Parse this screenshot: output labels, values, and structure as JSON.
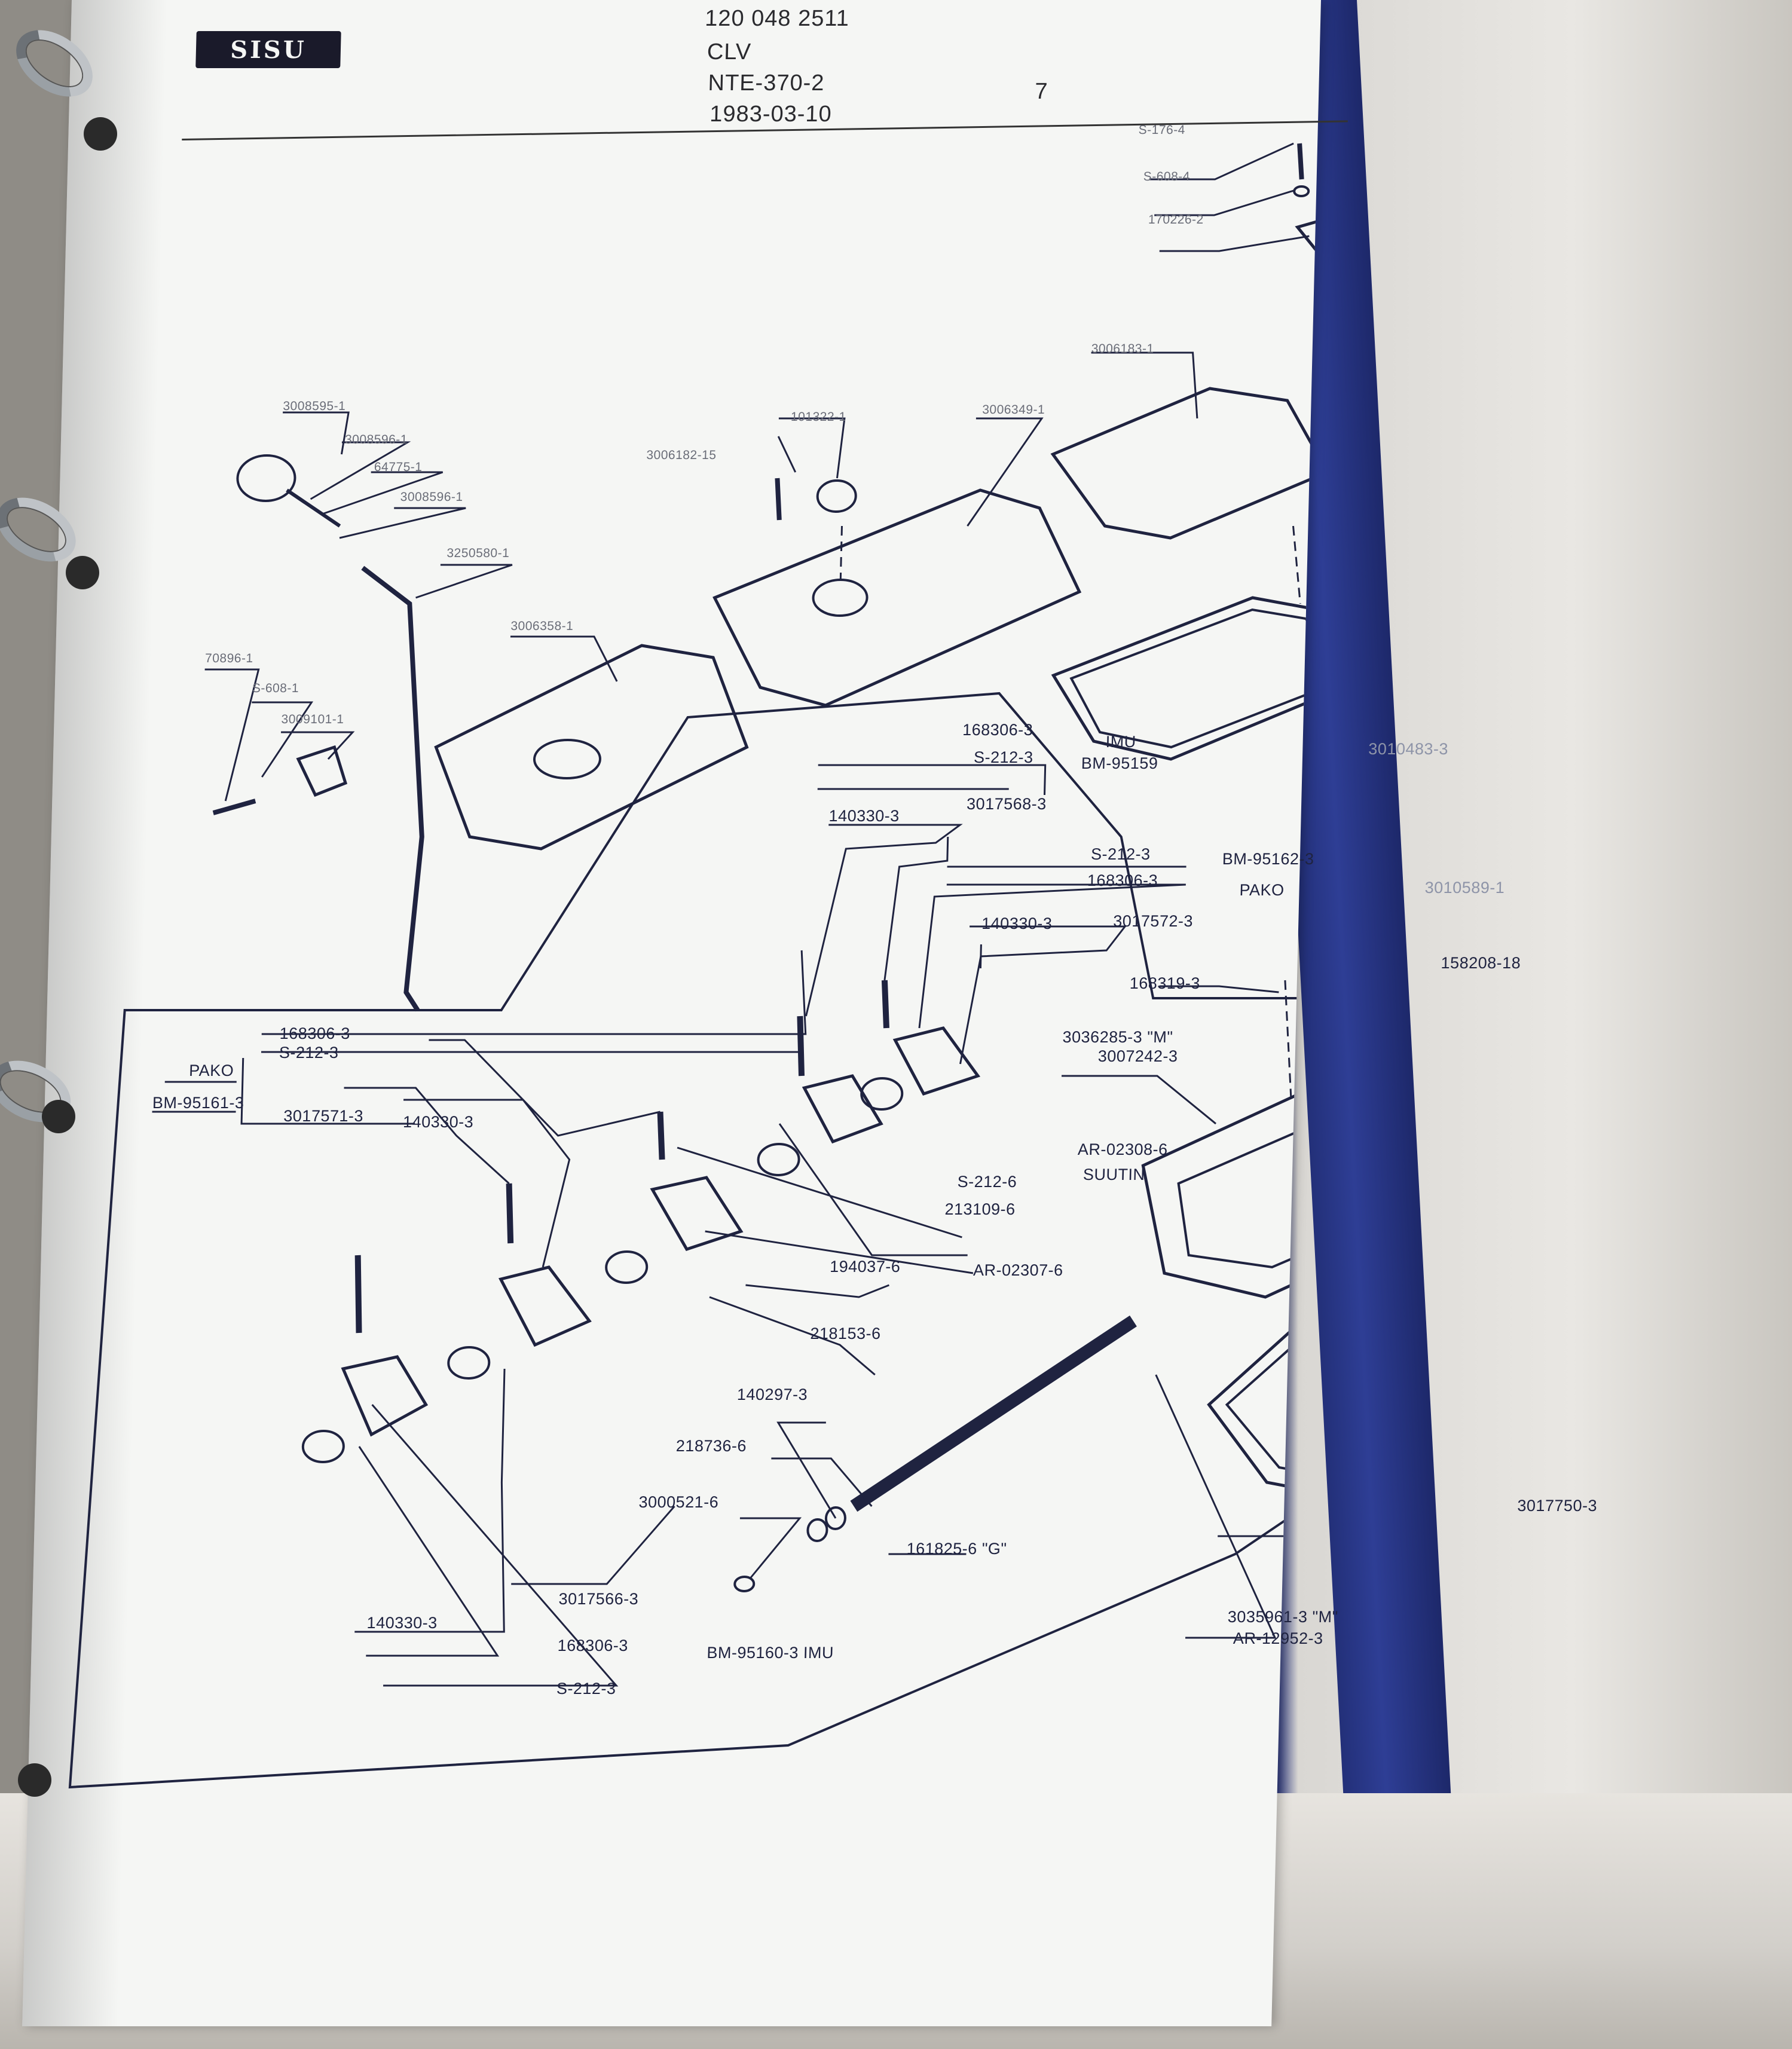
{
  "header": {
    "brand": "SISU",
    "doc_number": "120 048 2511",
    "model": "CLV",
    "ref": "NTE-370-2",
    "date": "1983-03-10",
    "page_number": "7"
  },
  "part_labels": {
    "p01": "S-176-4",
    "p02": "S-608-4",
    "p03": "170226-2",
    "p04": "3006183-1",
    "p05": "101322-1",
    "p06": "3006349-1",
    "p07": "3006182-15",
    "p08": "3008595-1",
    "p09": "3008596-1",
    "p10": "64775-1",
    "p11": "3008596-1",
    "p12": "3250580-1",
    "p13": "3006358-1",
    "p14": "70896-1",
    "p15": "S-608-1",
    "p16": "3009101-1",
    "p17": "3010483-3",
    "p18": "168306-3",
    "p19": "S-212-3",
    "p20": "IMU",
    "p21": "BM-95159",
    "p22": "140330-3",
    "p23": "3017568-3",
    "p24": "S-212-3",
    "p25": "168306-3",
    "p26": "BM-95162-3",
    "p27": "PAKO",
    "p28": "140330-3",
    "p29": "3017572-3",
    "p30": "3010589-1",
    "p31": "158208-18",
    "p32": "168319-3",
    "p33": "3036285-3 \"M\"",
    "p34": "3007242-3",
    "p35": "168306-3",
    "p36": "S-212-3",
    "p37": "PAKO",
    "p38": "BM-95161-3",
    "p39": "3017571-3",
    "p40": "140330-3",
    "p41": "AR-02308-6",
    "p42": "SUUTIN",
    "p43": "S-212-6",
    "p44": "213109-6",
    "p45": "194037-6",
    "p46": "AR-02307-6",
    "p47": "218153-6",
    "p48": "140297-3",
    "p49": "218736-6",
    "p50": "3000521-6",
    "p51": "161825-6 \"G\"",
    "p52": "3017750-3",
    "p53": "3017566-3",
    "p54": "140330-3",
    "p55": "168306-3",
    "p56": "BM-95160-3 IMU",
    "p57": "S-212-3",
    "p58": "3035961-3 \"M\"",
    "p59": "AR-12952-3"
  }
}
